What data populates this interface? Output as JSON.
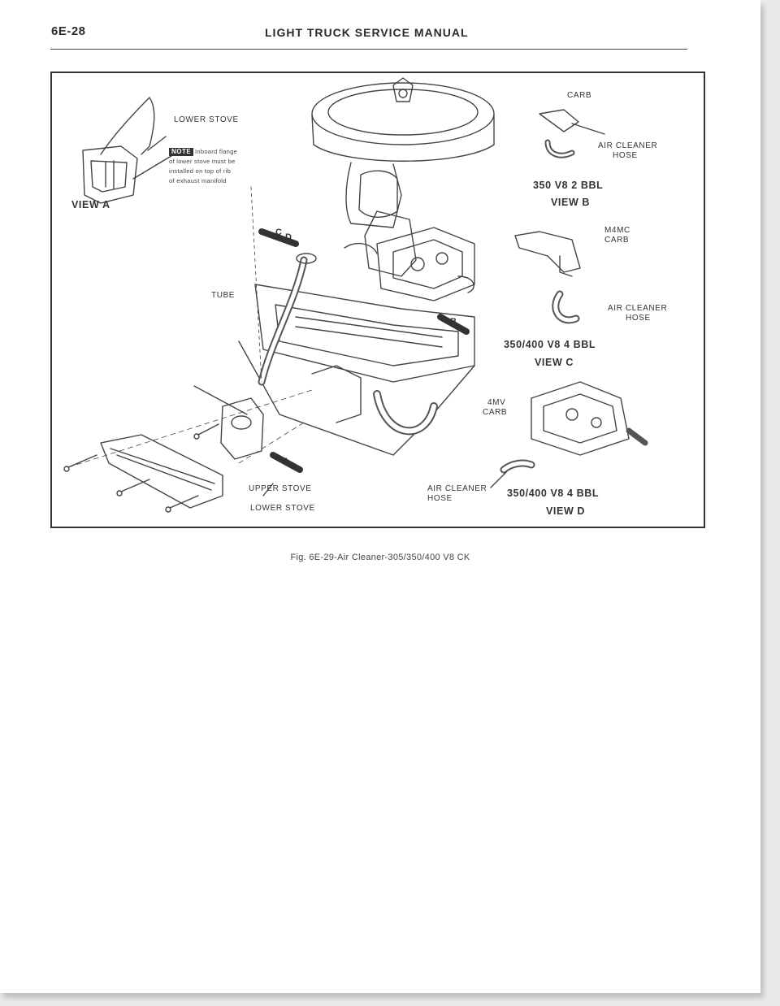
{
  "header": {
    "page_number": "6E-28",
    "title": "LIGHT TRUCK SERVICE MANUAL"
  },
  "figure": {
    "labels": {
      "view_a": "VIEW A",
      "lower_stove_top": "LOWER STOVE",
      "note_tag": "NOTE",
      "note_lines": [
        "Inboard flange",
        "of lower stove must be",
        "installed on top of rib",
        "of exhaust manifold"
      ],
      "carb_b": "CARB",
      "air_cleaner_hose_b_1": "AIR CLEANER",
      "air_cleaner_hose_b_2": "HOSE",
      "engine_b": "350 V8 2 BBL",
      "view_b": "VIEW B",
      "m4mc_1": "M4MC",
      "m4mc_2": "CARB",
      "air_cleaner_hose_c_1": "AIR CLEANER",
      "air_cleaner_hose_c_2": "HOSE",
      "engine_c": "350/400 V8 4 BBL",
      "view_c": "VIEW C",
      "tube": "TUBE",
      "callout_c": "C",
      "callout_d": "D",
      "callout_b": "B",
      "callout_a": "A",
      "mv4_1": "4MV",
      "mv4_2": "CARB",
      "upper_stove": "UPPER STOVE",
      "lower_stove_bottom": "LOWER STOVE",
      "air_cleaner_hose_d_1": "AIR CLEANER",
      "air_cleaner_hose_d_2": "HOSE",
      "engine_d": "350/400 V8 4 BBL",
      "view_d": "VIEW D"
    }
  },
  "caption": "Fig. 6E-29-Air Cleaner-305/350/400 V8 CK"
}
